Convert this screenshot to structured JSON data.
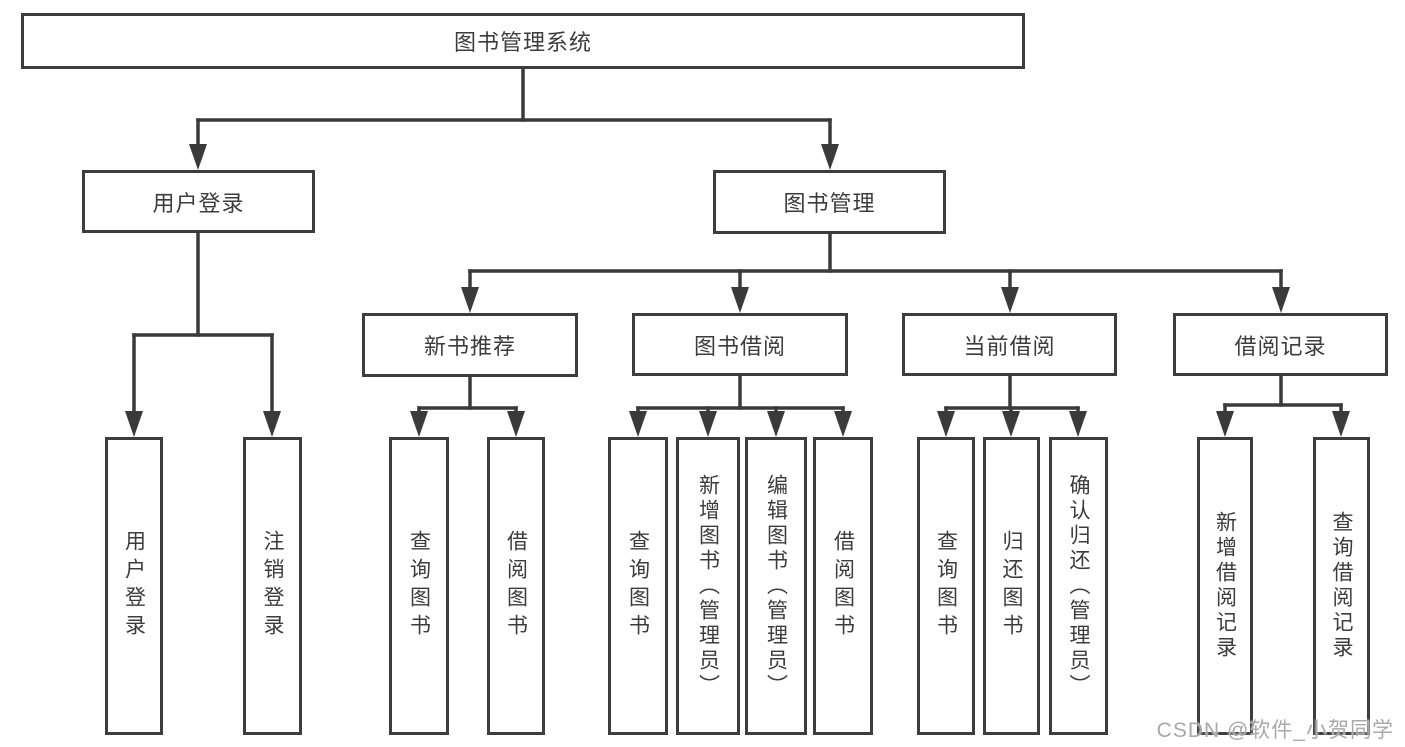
{
  "tree": {
    "label": "图书管理系统",
    "children": [
      {
        "label": "用户登录",
        "children": [
          {
            "label": "用户登录"
          },
          {
            "label": "注销登录"
          }
        ]
      },
      {
        "label": "图书管理",
        "children": [
          {
            "label": "新书推荐",
            "children": [
              {
                "label": "查询图书"
              },
              {
                "label": "借阅图书"
              }
            ]
          },
          {
            "label": "图书借阅",
            "children": [
              {
                "label": "查询图书"
              },
              {
                "label": "新增图书（管理员）"
              },
              {
                "label": "编辑图书（管理员）"
              },
              {
                "label": "借阅图书"
              }
            ]
          },
          {
            "label": "当前借阅",
            "children": [
              {
                "label": "查询图书"
              },
              {
                "label": "归还图书"
              },
              {
                "label": "确认归还（管理员）"
              }
            ]
          },
          {
            "label": "借阅记录",
            "children": [
              {
                "label": "新增借阅记录"
              },
              {
                "label": "查询借阅记录"
              }
            ]
          }
        ]
      }
    ]
  },
  "watermark": {
    "text": "CSDN @软件_小贺同学"
  },
  "colors": {
    "line": "#3a3a3a",
    "border": "#3d3d3d",
    "text": "#3c3c3c",
    "watermark": "#a9a9a9",
    "background": "#ffffff"
  }
}
